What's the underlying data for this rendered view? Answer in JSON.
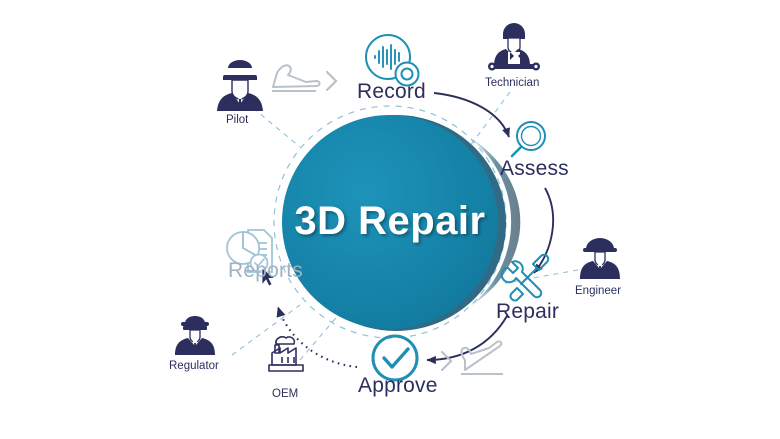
{
  "diagram": {
    "title": "3D Repair",
    "core": {
      "label": "3D Repair",
      "fill_color": "#1583a8",
      "shadow_color": "#1b5a77"
    },
    "colors": {
      "teal": "#1f8fb5",
      "navy": "#2c2f5e",
      "faded": "#9fb3c4",
      "dashed": "#8fc0d8",
      "gray_plane": "#b9c2c9"
    },
    "stages": [
      {
        "id": "record",
        "label": "Record",
        "icon": "audio-waveform-record-icon",
        "faded": false
      },
      {
        "id": "assess",
        "label": "Assess",
        "icon": "magnifying-glass-icon",
        "faded": false
      },
      {
        "id": "repair",
        "label": "Repair",
        "icon": "wrench-screwdriver-icon",
        "faded": false
      },
      {
        "id": "approve",
        "label": "Approve",
        "icon": "check-circle-icon",
        "faded": false
      },
      {
        "id": "reports",
        "label": "Reports",
        "icon": "report-chart-document-icon",
        "faded": true
      }
    ],
    "actors": [
      {
        "id": "pilot",
        "label": "Pilot",
        "icon": "pilot-avatar-icon"
      },
      {
        "id": "technician",
        "label": "Technician",
        "icon": "technician-avatar-icon"
      },
      {
        "id": "engineer",
        "label": "Engineer",
        "icon": "engineer-avatar-icon"
      },
      {
        "id": "regulator",
        "label": "Regulator",
        "icon": "regulator-avatar-icon"
      },
      {
        "id": "oem",
        "label": "OEM",
        "icon": "factory-icon"
      }
    ],
    "decorations": [
      {
        "id": "plane-landing",
        "icon": "airplane-landing-icon"
      },
      {
        "id": "plane-takeoff",
        "icon": "airplane-takeoff-icon"
      },
      {
        "id": "chevron-left",
        "icon": "chevron-right-icon"
      },
      {
        "id": "chevron-right",
        "icon": "chevron-right-icon"
      },
      {
        "id": "cursor",
        "icon": "mouse-cursor-icon"
      }
    ],
    "flow": [
      {
        "from": "record",
        "to": "assess"
      },
      {
        "from": "assess",
        "to": "repair"
      },
      {
        "from": "repair",
        "to": "approve"
      },
      {
        "from": "approve",
        "to": "reports"
      }
    ]
  }
}
